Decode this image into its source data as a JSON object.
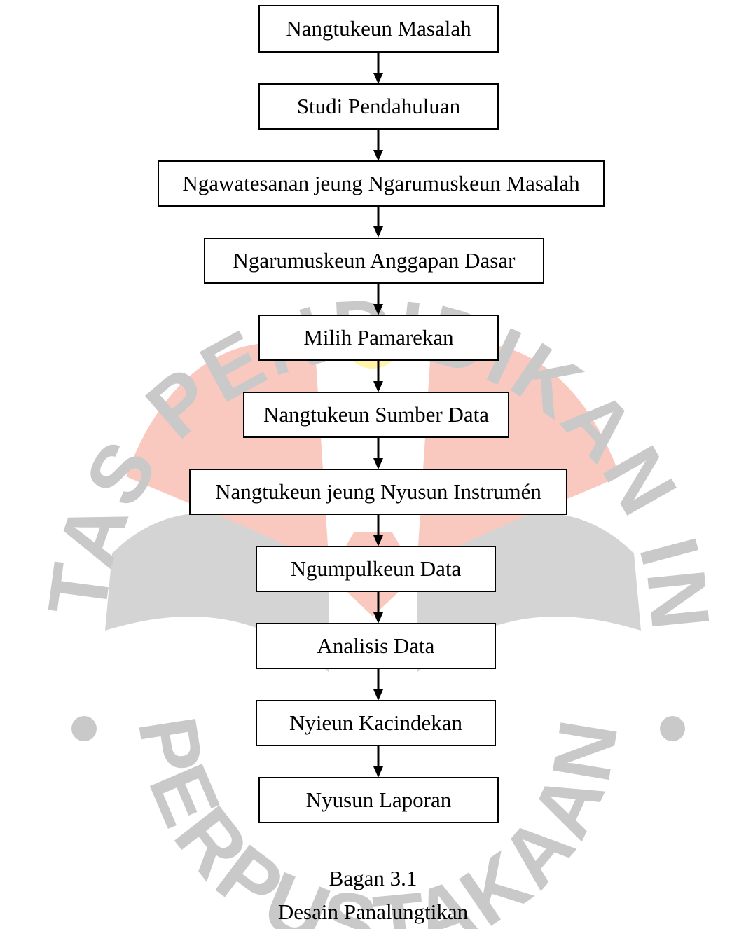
{
  "watermark": {
    "text_upper": "UNIVERSITAS PENDIDIKAN INDONESIA",
    "text_lower": "PERPUSTAKAAN",
    "colors": {
      "text": "#c9c9c9",
      "red": "#f9c9c0",
      "gray": "#d4d4d4",
      "yellow": "#fff4a8"
    }
  },
  "flowchart": {
    "steps": [
      "Nangtukeun Masalah",
      "Studi Pendahuluan",
      "Ngawatesanan jeung Ngarumuskeun Masalah",
      "Ngarumuskeun Anggapan Dasar",
      "Milih Pamarekan",
      "Nangtukeun Sumber Data",
      "Nangtukeun jeung Nyusun Instrumén",
      "Ngumpulkeun Data",
      "Analisis Data",
      "Nyieun Kacindekan",
      "Nyusun Laporan"
    ]
  },
  "caption": {
    "label": "Bagan 3.1",
    "title": "Desain Panalungtikan"
  }
}
